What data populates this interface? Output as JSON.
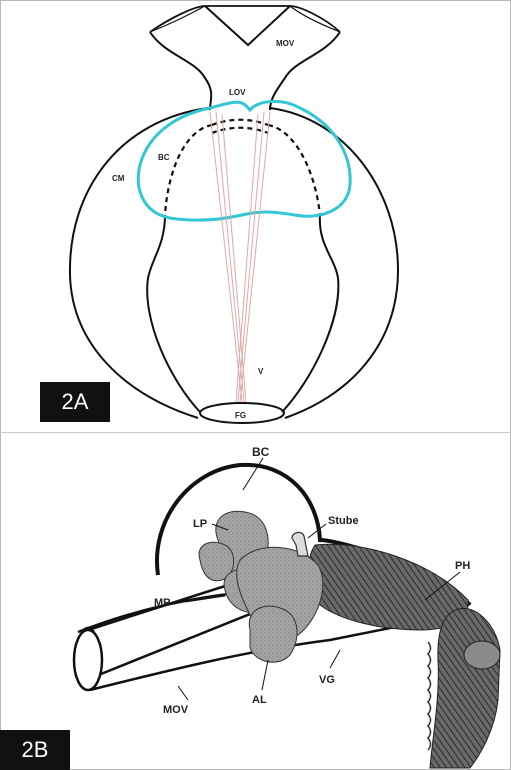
{
  "figure": {
    "panel_a": {
      "tag": "2A",
      "labels": {
        "mov": "MOV",
        "lov": "LOV",
        "bc": "BC",
        "cm": "CM",
        "v": "V",
        "fg": "FG"
      },
      "colors": {
        "bc_outline": "#33c6d4",
        "fibres": "#e0a8a8",
        "outline": "#111111"
      }
    },
    "panel_b": {
      "tag": "2B",
      "labels": {
        "bc": "BC",
        "lp": "LP",
        "stube": "Stube",
        "mp": "MP",
        "ph": "PH",
        "al": "AL",
        "vg": "VG",
        "mov": "MOV"
      },
      "colors": {
        "lobes": "#9a9a9a",
        "pharynx": "#4a4a4a"
      }
    }
  }
}
